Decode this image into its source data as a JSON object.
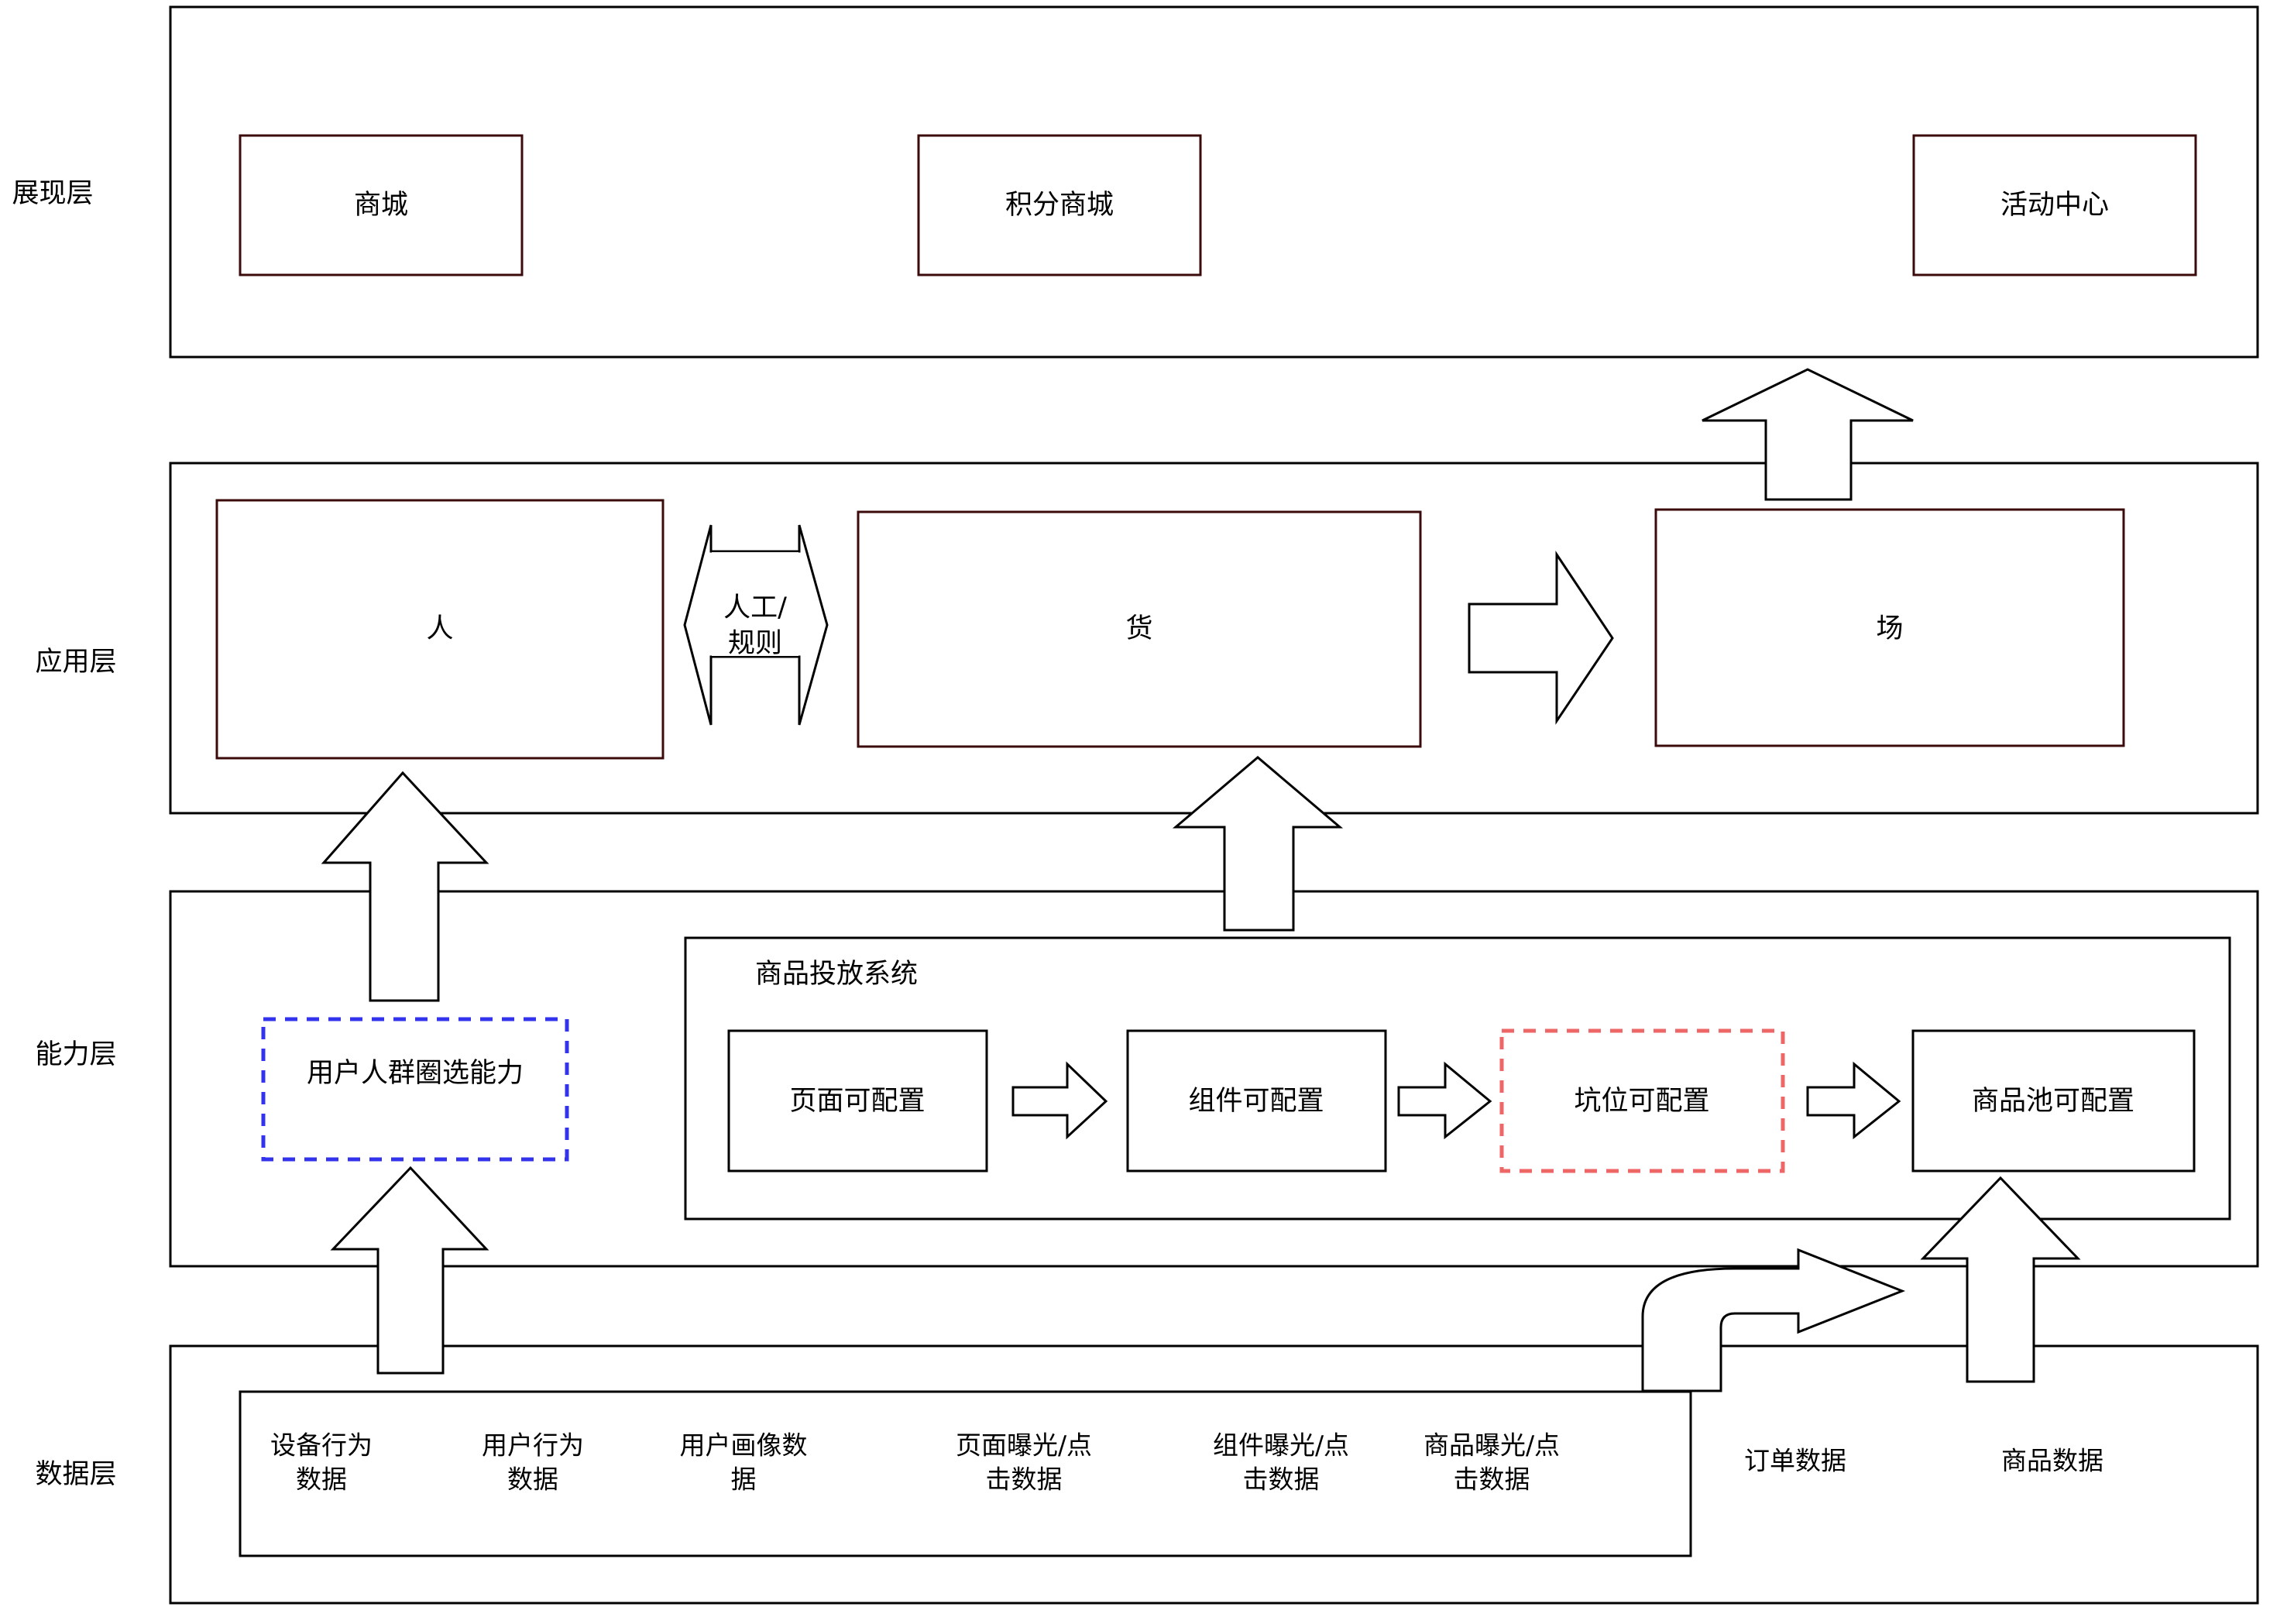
{
  "layers": {
    "presentation": "展现层",
    "application": "应用层",
    "capability": "能力层",
    "data": "数据层"
  },
  "presentation": {
    "mall": "商城",
    "points_mall": "积分商城",
    "activity_center": "活动中心"
  },
  "application": {
    "people": "人",
    "goods": "货",
    "scene": "场",
    "manual_rule_line1": "人工/",
    "manual_rule_line2": "规则"
  },
  "capability": {
    "user_segmentation": "用户人群圈选能力",
    "system_title": "商品投放系统",
    "page_config": "页面可配置",
    "component_config": "组件可配置",
    "slot_config": "坑位可配置",
    "pool_config": "商品池可配置"
  },
  "data": {
    "device_behavior": [
      "设备行为",
      "数据"
    ],
    "user_behavior": [
      "用户行为",
      "数据"
    ],
    "user_profile": [
      "用户画像数",
      "据"
    ],
    "page_exposure": [
      "页面曝光/点",
      "击数据"
    ],
    "component_exposure": [
      "组件曝光/点",
      "击数据"
    ],
    "product_exposure": [
      "商品曝光/点",
      "击数据"
    ],
    "order_data": "订单数据",
    "product_data": "商品数据"
  },
  "colors": {
    "layer_border": "#000000",
    "inner_box_border": "#3b0b0b",
    "dashed_blue": "#3333ee",
    "dashed_red": "#ee6666"
  }
}
